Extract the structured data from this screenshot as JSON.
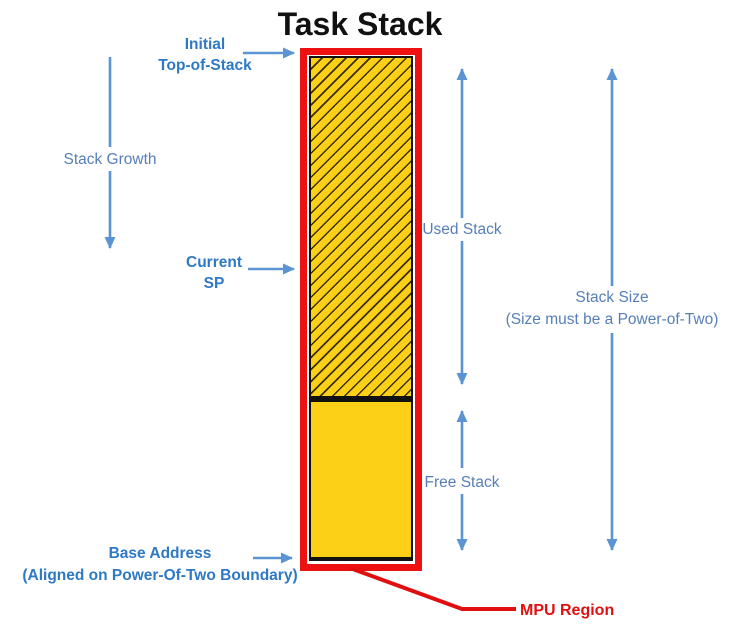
{
  "title": "Task Stack",
  "labels": {
    "initial_tos": {
      "line1": "Initial",
      "line2": "Top-of-Stack"
    },
    "stack_growth": "Stack Growth",
    "current_sp": {
      "line1": "Current",
      "line2": "SP"
    },
    "used_stack": "Used Stack",
    "free_stack": "Free Stack",
    "stack_size": {
      "line1": "Stack Size",
      "line2": "(Size must be a Power-of-Two)"
    },
    "base_address": {
      "line1": "Base Address",
      "line2": "(Aligned on Power-Of-Two Boundary)"
    },
    "mpu_region": "MPU Region"
  },
  "regions": {
    "used": "Used Stack (hatched)",
    "free": "Free Stack (solid)",
    "outline": "MPU Region (red border)"
  },
  "colors": {
    "accent_blue_bold": "#2e79c5",
    "text_blue": "#567fb8",
    "arrow_blue": "#5b93d3",
    "mpu_red": "#ee1111",
    "stack_yellow": "#fcd016",
    "border_black": "#111111"
  }
}
